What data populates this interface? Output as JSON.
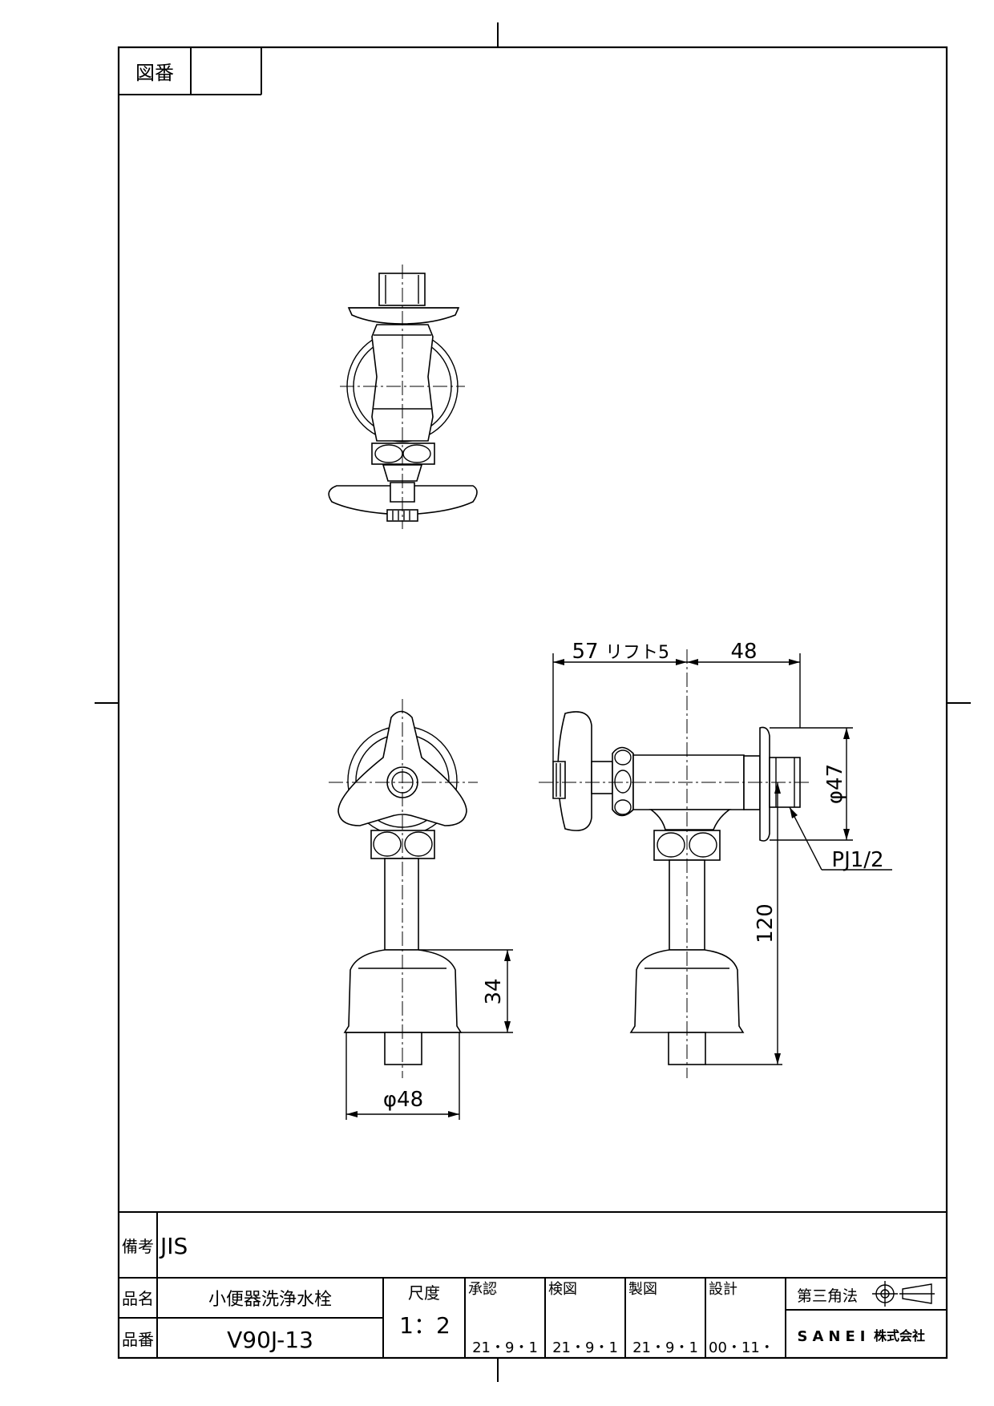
{
  "drawing": {
    "fig_no_label": "図番",
    "fig_no_value": "",
    "dimensions": {
      "d57": "57",
      "lift": "リフト5",
      "d48_top": "48",
      "phi47": "φ47",
      "pj": "PJ1/2",
      "d120": "120",
      "d34": "34",
      "phi48": "φ48"
    }
  },
  "title_block": {
    "remarks_label": "備考",
    "remarks_value": "JIS",
    "name_label": "品名",
    "name_value": "小便器洗浄水栓",
    "number_label": "品番",
    "number_value": "V90J-13",
    "scale_label": "尺度",
    "scale_value": "1：2",
    "approved_label": "承認",
    "approved_date": "21・9・1",
    "checked_label": "検図",
    "checked_date": "21・9・1",
    "drawn_label": "製図",
    "drawn_date": "21・9・1",
    "designed_label": "設計",
    "designed_date": "00・11・",
    "projection_label": "第三角法",
    "company_brand": "SANEI",
    "company_suffix": "株式会社"
  }
}
